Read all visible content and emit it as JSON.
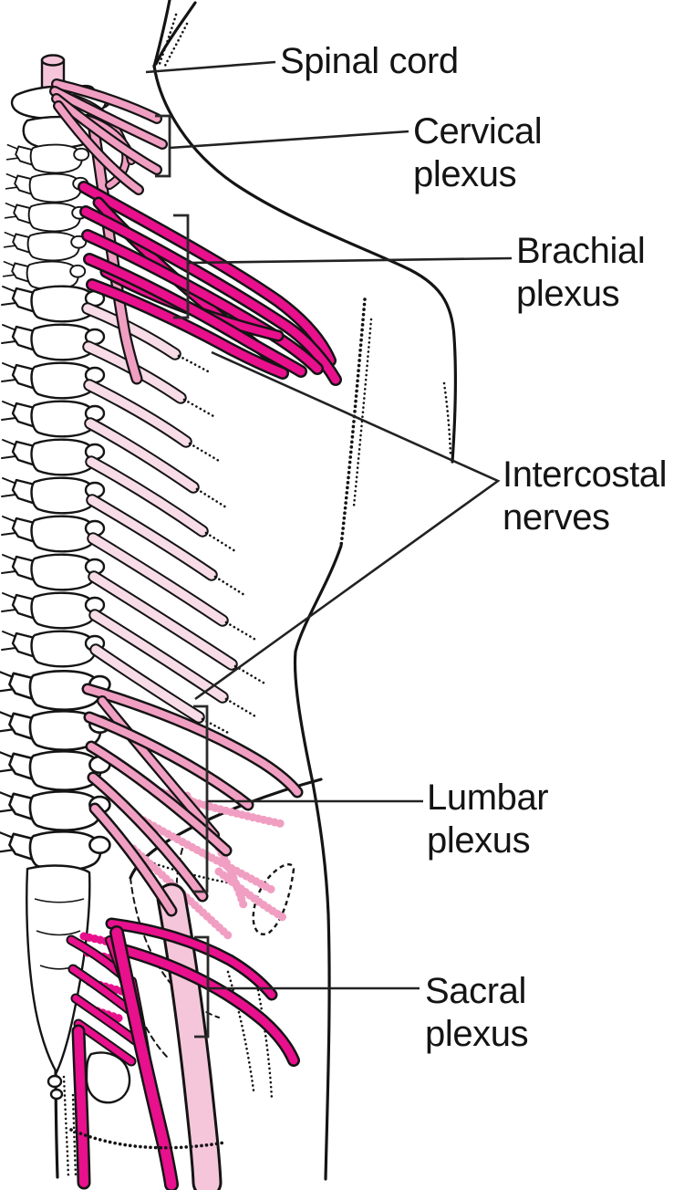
{
  "labels": {
    "spinal_cord": "Spinal cord",
    "cervical_plexus": "Cervical\nplexus",
    "brachial_plexus": "Brachial\nplexus",
    "intercostal_nerves": "Intercostal\nnerves",
    "lumbar_plexus": "Lumbar\nplexus",
    "sacral_plexus": "Sacral\nplexus"
  },
  "colors": {
    "magenta": "#E8108C",
    "pink": "#F09FC2",
    "pale_pink": "#F5C6DA",
    "pale_strip": "#F7DCE7",
    "ink": "#141414",
    "background": "#FFFFFF"
  },
  "structures": [
    {
      "label": "Spinal cord",
      "color_key": "pale_pink"
    },
    {
      "label": "Cervical plexus",
      "color_key": "pink"
    },
    {
      "label": "Brachial plexus",
      "color_key": "magenta"
    },
    {
      "label": "Intercostal nerves",
      "color_key": "pale_strip"
    },
    {
      "label": "Lumbar plexus",
      "color_key": "pink"
    },
    {
      "label": "Sacral plexus",
      "color_key": "magenta"
    }
  ]
}
